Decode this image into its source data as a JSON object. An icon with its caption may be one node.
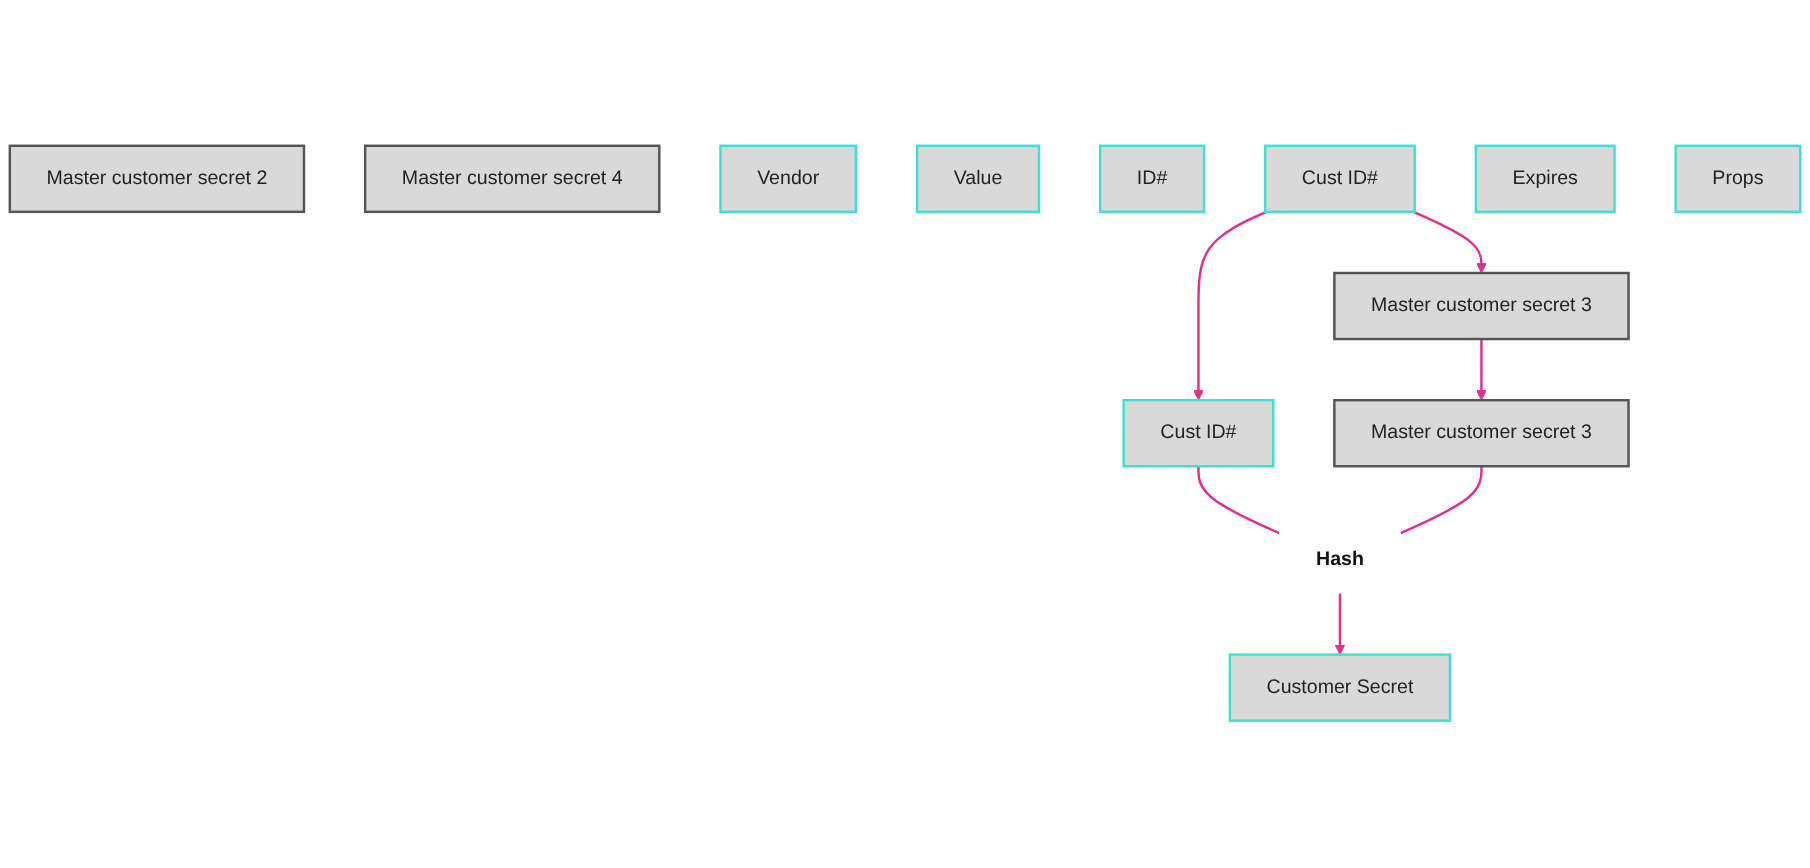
{
  "diagram": {
    "nodes": [
      {
        "text": [
          "Master customer secret 2"
        ]
      },
      {
        "text": [
          "Master customer secret 3"
        ]
      },
      {
        "text": [
          "Master customer secret 4"
        ]
      },
      {
        "text": [
          "Vendor"
        ]
      },
      {
        "text": [
          "Value"
        ]
      },
      {
        "text": [
          "ID#"
        ]
      },
      {
        "text": [
          "Cust ID#"
        ]
      },
      {
        "text": [
          "Expires"
        ]
      },
      {
        "text": [
          "Props"
        ]
      },
      {
        "text": [
          "Customer Secret"
        ]
      },
      {
        "text": [
          "Cust ID#"
        ]
      },
      {
        "text": [
          "Master customer secret 3"
        ]
      },
      {
        "text": [
          "Hash"
        ]
      }
    ],
    "edges": [
      {
        "from": 6,
        "to": 1,
        "arrow": "to"
      },
      {
        "from": 6,
        "to": 10,
        "arrow": "to"
      },
      {
        "from": 1,
        "to": 11,
        "arrow": "to"
      },
      {
        "from": 10,
        "to": 12,
        "arrow": "none"
      },
      {
        "from": 11,
        "to": 12,
        "arrow": "none"
      },
      {
        "from": 12,
        "to": 9,
        "arrow": "to"
      }
    ]
  }
}
